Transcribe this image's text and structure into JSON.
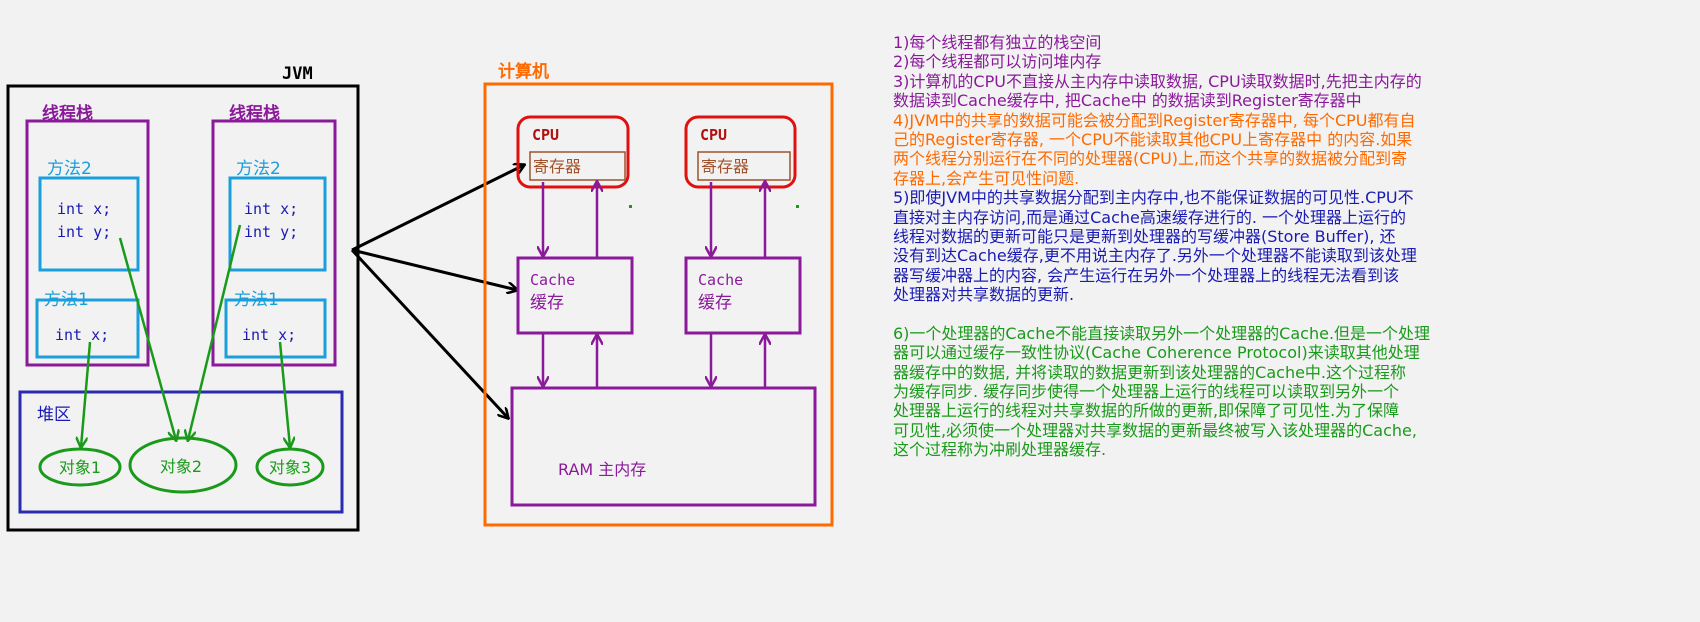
{
  "jvm": {
    "title": "JVM",
    "thread_stack_label": "线程栈",
    "method2_label": "方法2",
    "method1_label": "方法1",
    "var_x": "int x;",
    "var_y": "int y;",
    "heap_label": "堆区",
    "objects": [
      "对象1",
      "对象2",
      "对象3"
    ]
  },
  "computer": {
    "title": "计算机",
    "cpu_label": "CPU",
    "register_label": "寄存器",
    "cache_label_en": "Cache",
    "cache_label_cn": "缓存",
    "ram_label": "RAM 主内存"
  },
  "colors": {
    "purple": "#8b1a9b",
    "orange": "#ff6a00",
    "blue": "#1a1ab4",
    "green": "#1a9a1a",
    "cpu_red": "#e01010",
    "method_blue": "#1a9fdc",
    "heap_blue": "#2b2bb0"
  },
  "notes": {
    "p1": [
      "1)每个线程都有独立的栈空间"
    ],
    "p2": [
      "2)每个线程都可以访问堆内存"
    ],
    "p3": [
      "3)计算机的CPU不直接从主内存中读取数据, CPU读取数据时,先把主内存的",
      "数据读到Cache缓存中, 把Cache中 的数据读到Register寄存器中"
    ],
    "p4": [
      "4)JVM中的共享的数据可能会被分配到Register寄存器中, 每个CPU都有自",
      "己的Register寄存器, 一个CPU不能读取其他CPU上寄存器中 的内容.如果",
      "两个线程分别运行在不同的处理器(CPU)上,而这个共享的数据被分配到寄",
      "存器上,会产生可见性问题."
    ],
    "p5": [
      "5)即使JVM中的共享数据分配到主内存中,也不能保证数据的可见性.CPU不",
      "直接对主内存访问,而是通过Cache高速缓存进行的. 一个处理器上运行的",
      "线程对数据的更新可能只是更新到处理器的写缓冲器(Store Buffer), 还",
      "没有到达Cache缓存,更不用说主内存了.另外一个处理器不能读取到该处理",
      "器写缓冲器上的内容, 会产生运行在另外一个处理器上的线程无法看到该",
      "处理器对共享数据的更新."
    ],
    "p6": [
      "6)一个处理器的Cache不能直接读取另外一个处理器的Cache.但是一个处理",
      "器可以通过缓存一致性协议(Cache Coherence Protocol)来读取其他处理",
      "器缓存中的数据, 并将读取的数据更新到该处理器的Cache中.这个过程称",
      "为缓存同步. 缓存同步使得一个处理器上运行的线程可以读取到另外一个",
      "处理器上运行的线程对共享数据的所做的更新,即保障了可见性.为了保障",
      "可见性,必须使一个处理器对共享数据的更新最终被写入该处理器的Cache,",
      "这个过程称为冲刷处理器缓存."
    ]
  }
}
